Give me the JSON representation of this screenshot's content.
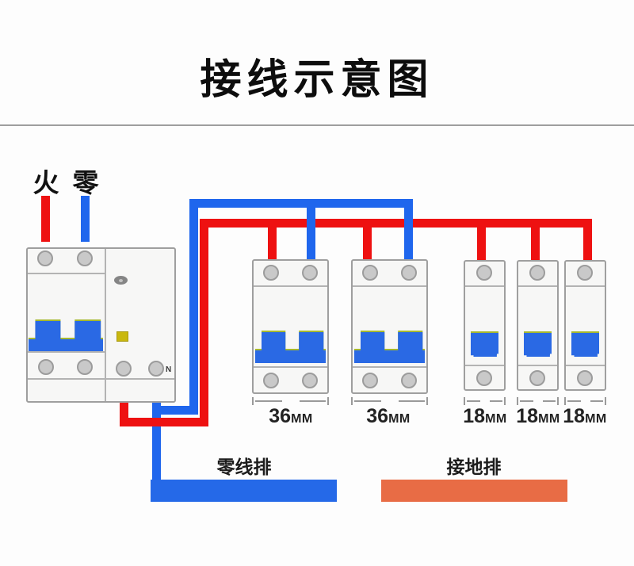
{
  "page": {
    "title": "接线示意图"
  },
  "supply": {
    "live_label": "火",
    "neutral_label": "零"
  },
  "main_breaker": {
    "neutral_terminal_label": "N"
  },
  "breakers": [
    {
      "type": "2-pole",
      "width_label": {
        "value": "36",
        "unit": "MM"
      }
    },
    {
      "type": "2-pole",
      "width_label": {
        "value": "36",
        "unit": "MM"
      }
    },
    {
      "type": "1-pole",
      "width_label": {
        "value": "18",
        "unit": "MM"
      }
    },
    {
      "type": "1-pole",
      "width_label": {
        "value": "18",
        "unit": "MM"
      }
    },
    {
      "type": "1-pole",
      "width_label": {
        "value": "18",
        "unit": "MM"
      }
    }
  ],
  "bus_bars": {
    "neutral": {
      "label": "零线排",
      "color": "#2569e8"
    },
    "ground": {
      "label": "接地排",
      "color": "#e86c45"
    }
  },
  "colors": {
    "live_wire": "#ee1111",
    "neutral_wire": "#1f66ed",
    "breaker_toggle": "#2a69e4",
    "test_button": "#c9b80f"
  }
}
